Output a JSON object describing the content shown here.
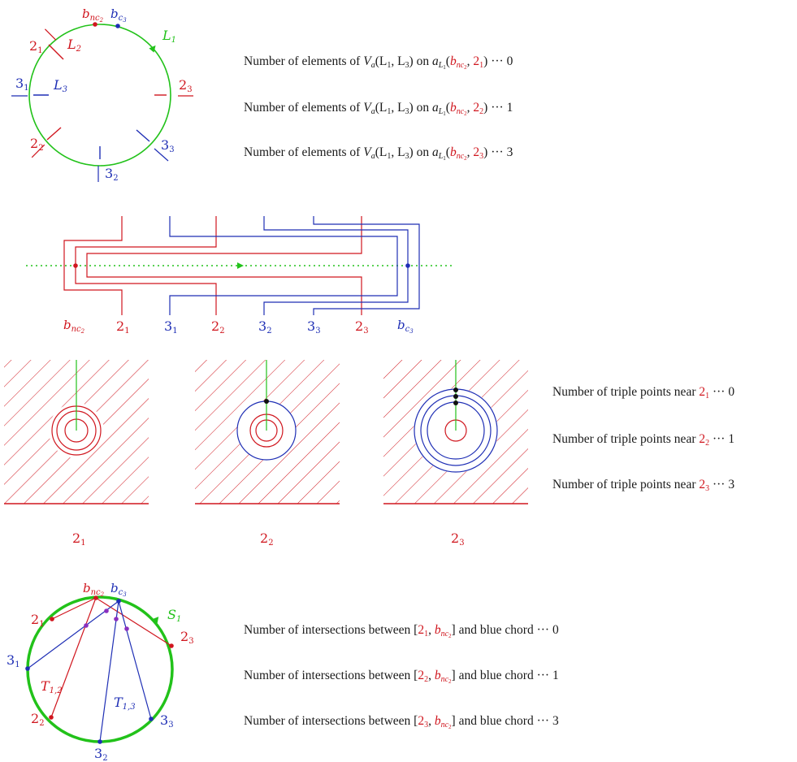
{
  "colors": {
    "red": "#d0161e",
    "blue": "#1f2fb5",
    "green": "#22c21a",
    "text": "#1a1a1a"
  },
  "labels": {
    "bnc": "b",
    "bnc_sub": "nc",
    "bnc_sub2": "2",
    "bc": "b",
    "bc_sub": "c",
    "bc_sub2": "3",
    "L1": "L",
    "L1_sub": "1",
    "L2": "L",
    "L2_sub": "2",
    "L3": "L",
    "L3_sub": "3",
    "S1": "S",
    "S1_sub": "1",
    "T12": "T",
    "T12_sub": "1,2",
    "T13": "T",
    "T13_sub": "1,3",
    "p21": "2",
    "p21_sub": "1",
    "p22": "2",
    "p22_sub": "2",
    "p23": "2",
    "p23_sub": "3",
    "p31": "3",
    "p31_sub": "1",
    "p32": "3",
    "p32_sub": "2",
    "p33": "3",
    "p33_sub": "3"
  },
  "va_lines": [
    {
      "prefix": "Number of elements of ",
      "V": "V",
      "a": "a",
      "args": "(L",
      "one": "1",
      "comma": ", L",
      "three": "3",
      "on": ") on ",
      "aL": "a",
      "aLsub": "L",
      "aLsub1": "1",
      "open": "(",
      "b": "b",
      "bsub": "nc",
      "bsub2": "2",
      "c": ", ",
      "two": "2",
      "k": "1",
      "close": ")",
      "dots": " ··· ",
      "count": "0"
    },
    {
      "prefix": "Number of elements of ",
      "V": "V",
      "a": "a",
      "args": "(L",
      "one": "1",
      "comma": ", L",
      "three": "3",
      "on": ") on ",
      "aL": "a",
      "aLsub": "L",
      "aLsub1": "1",
      "open": "(",
      "b": "b",
      "bsub": "nc",
      "bsub2": "2",
      "c": ", ",
      "two": "2",
      "k": "2",
      "close": ")",
      "dots": " ··· ",
      "count": "1"
    },
    {
      "prefix": "Number of elements of ",
      "V": "V",
      "a": "a",
      "args": "(L",
      "one": "1",
      "comma": ", L",
      "three": "3",
      "on": ") on ",
      "aL": "a",
      "aLsub": "L",
      "aLsub1": "1",
      "open": "(",
      "b": "b",
      "bsub": "nc",
      "bsub2": "2",
      "c": ", ",
      "two": "2",
      "k": "3",
      "close": ")",
      "dots": " ··· ",
      "count": "3"
    }
  ],
  "triple_lines": [
    {
      "prefix": "Number of triple points near ",
      "two": "2",
      "k": "1",
      "dots": " ··· ",
      "count": "0"
    },
    {
      "prefix": "Number of triple points near ",
      "two": "2",
      "k": "2",
      "dots": " ··· ",
      "count": "1"
    },
    {
      "prefix": "Number of triple points near ",
      "two": "2",
      "k": "3",
      "dots": " ··· ",
      "count": "3"
    }
  ],
  "intersection_lines": [
    {
      "prefix": "Number of intersections between [",
      "two": "2",
      "k": "1",
      "c": ", ",
      "b": "b",
      "bsub": "nc",
      "bsub2": "2",
      "suffix": "] and blue chord",
      "dots": " ··· ",
      "count": "0"
    },
    {
      "prefix": "Number of intersections between [",
      "two": "2",
      "k": "2",
      "c": ", ",
      "b": "b",
      "bsub": "nc",
      "bsub2": "2",
      "suffix": "] and blue chord",
      "dots": " ··· ",
      "count": "1"
    },
    {
      "prefix": "Number of intersections between [",
      "two": "2",
      "k": "3",
      "c": ", ",
      "b": "b",
      "bsub": "nc",
      "bsub2": "2",
      "suffix": "] and blue chord",
      "dots": " ··· ",
      "count": "3"
    }
  ],
  "panel_labels": [
    {
      "two": "2",
      "k": "1"
    },
    {
      "two": "2",
      "k": "2"
    },
    {
      "two": "2",
      "k": "3"
    }
  ]
}
